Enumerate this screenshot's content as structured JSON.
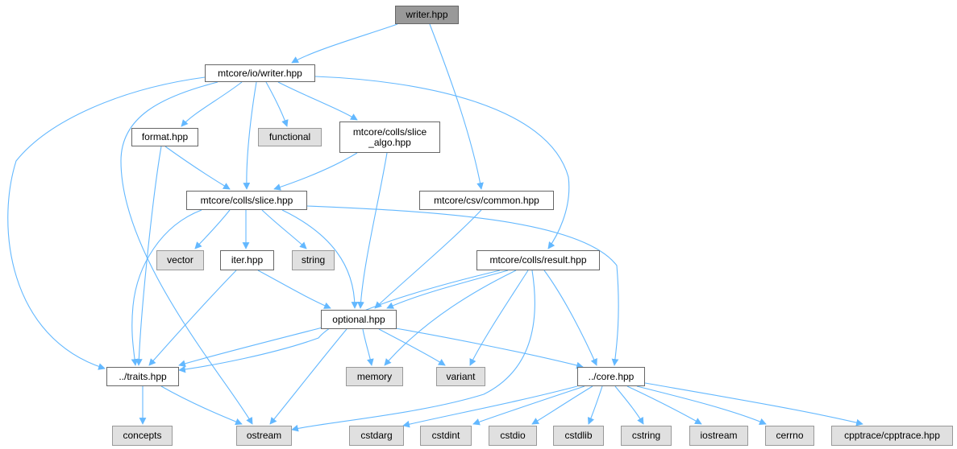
{
  "colors": {
    "edge": "#63b8ff",
    "node_border": "#666666",
    "external_fill": "#e0e0e0",
    "root_fill": "#999999"
  },
  "nodes": {
    "writer": {
      "label": "writer.hpp"
    },
    "io_writer": {
      "label": "mtcore/io/writer.hpp"
    },
    "format": {
      "label": "format.hpp"
    },
    "functional": {
      "label": "functional"
    },
    "slice_algo": {
      "label_line1": "mtcore/colls/slice",
      "label_line2": "_algo.hpp"
    },
    "slice": {
      "label": "mtcore/colls/slice.hpp"
    },
    "csv_common": {
      "label": "mtcore/csv/common.hpp"
    },
    "vector": {
      "label": "vector"
    },
    "iter": {
      "label": "iter.hpp"
    },
    "string": {
      "label": "string"
    },
    "result": {
      "label": "mtcore/colls/result.hpp"
    },
    "optional": {
      "label": "optional.hpp"
    },
    "traits": {
      "label": "../traits.hpp"
    },
    "memory": {
      "label": "memory"
    },
    "variant": {
      "label": "variant"
    },
    "core": {
      "label": "../core.hpp"
    },
    "concepts": {
      "label": "concepts"
    },
    "ostream": {
      "label": "ostream"
    },
    "cstdarg": {
      "label": "cstdarg"
    },
    "cstdint": {
      "label": "cstdint"
    },
    "cstdio": {
      "label": "cstdio"
    },
    "cstdlib": {
      "label": "cstdlib"
    },
    "cstring": {
      "label": "cstring"
    },
    "iostream": {
      "label": "iostream"
    },
    "cerrno": {
      "label": "cerrno"
    },
    "cpptrace": {
      "label": "cpptrace/cpptrace.hpp"
    }
  }
}
